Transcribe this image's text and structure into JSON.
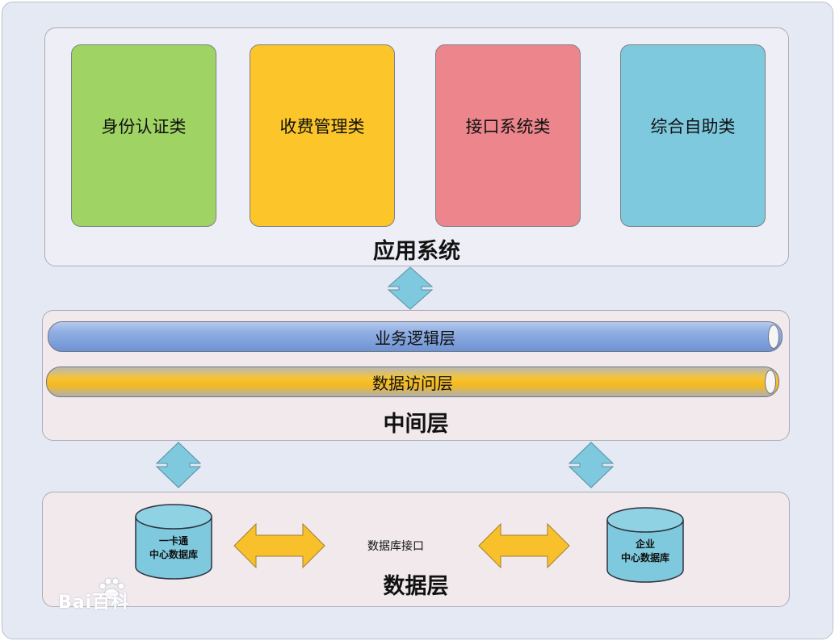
{
  "application_layer": {
    "title": "应用系统",
    "modules": [
      "身份认证类",
      "收费管理类",
      "接口系统类",
      "综合自助类"
    ]
  },
  "middle_layer": {
    "title": "中间层",
    "business_logic": "业务逻辑层",
    "data_access": "数据访问层"
  },
  "data_layer": {
    "title": "数据层",
    "left_db": [
      "一卡通",
      "中心数据库"
    ],
    "right_db": [
      "企业",
      "中心数据库"
    ],
    "interface_label": "数据库接口"
  },
  "watermark": "Bai百科",
  "colors": {
    "module_green": "#9fd464",
    "module_yellow": "#fcc52a",
    "module_red": "#ec868c",
    "module_blue": "#7ec9de",
    "arrow_blue": "#7ec9de",
    "arrow_gold": "#f8c12b",
    "db_fill": "#7ec9de"
  }
}
